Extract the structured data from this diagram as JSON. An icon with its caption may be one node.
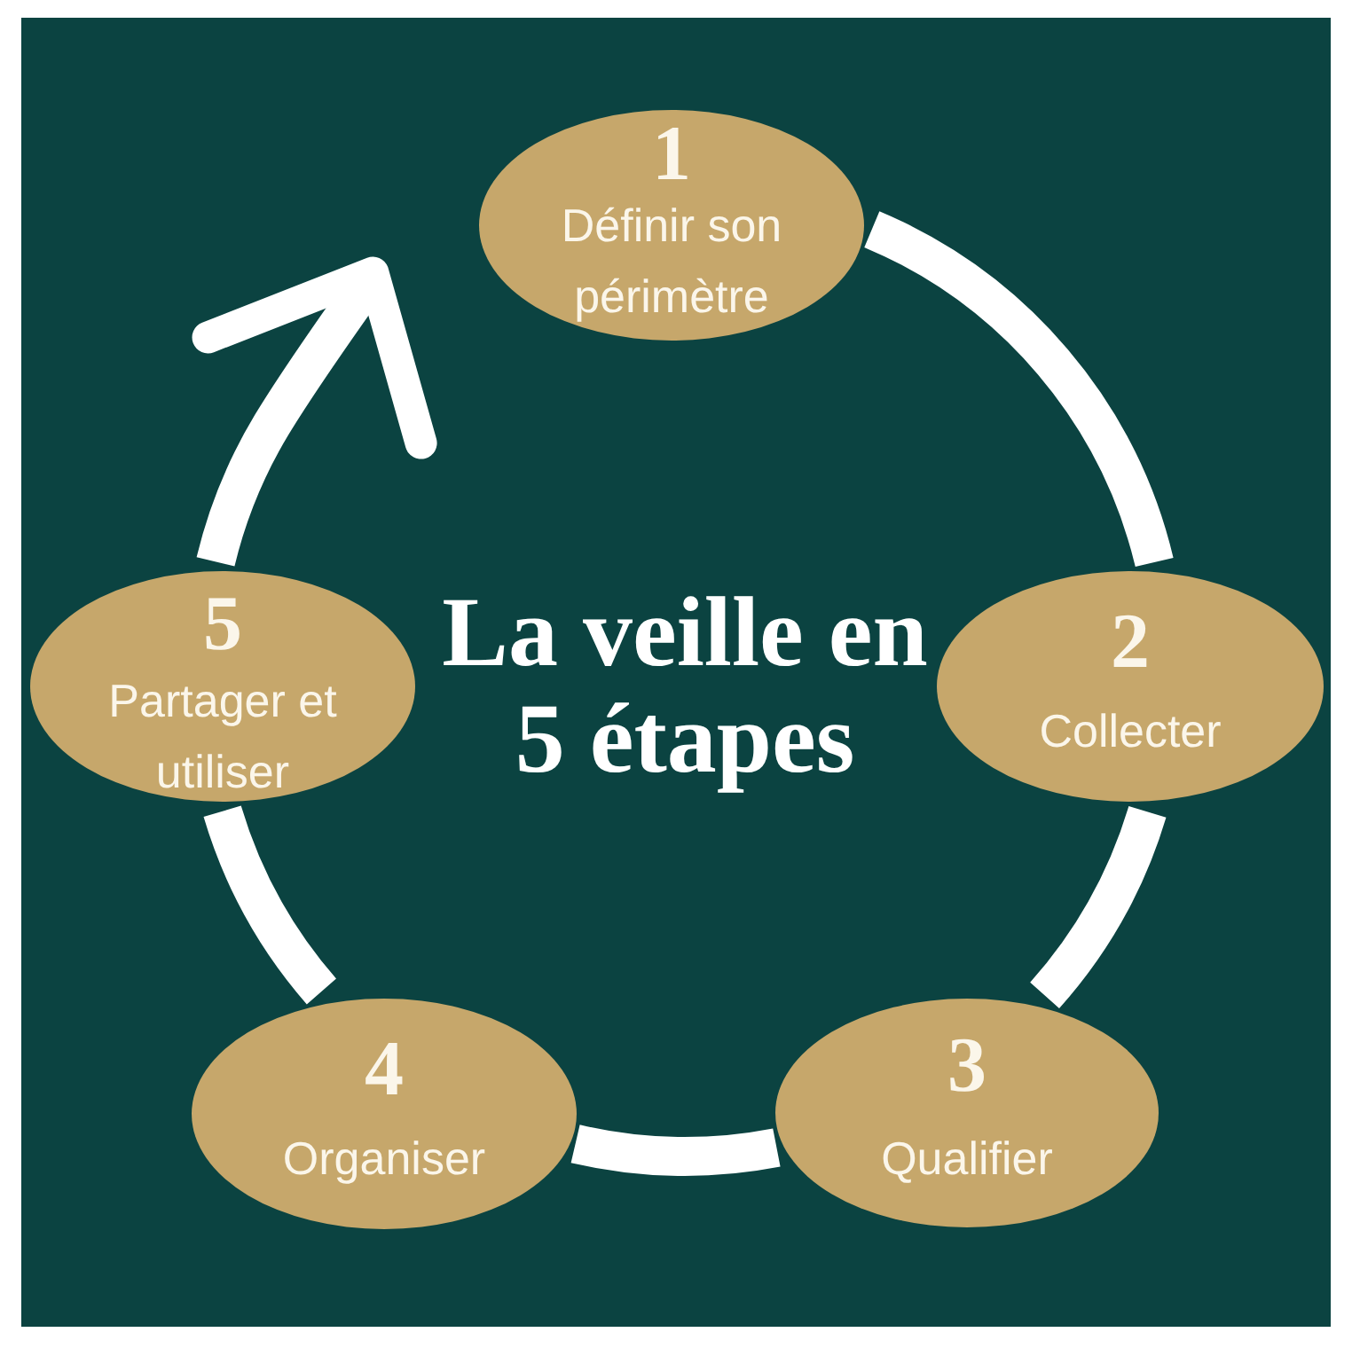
{
  "diagram": {
    "title": "La veille en 5 étapes",
    "nodes": [
      {
        "text": [
          "1",
          "Définir son périmètre"
        ]
      },
      {
        "text": [
          "2",
          "Collecter"
        ]
      },
      {
        "text": [
          "3",
          "Qualifier"
        ]
      },
      {
        "text": [
          "4",
          "Organiser"
        ]
      },
      {
        "text": [
          "5",
          "Partager et utiliser"
        ]
      }
    ],
    "edges": [
      {
        "from": 0,
        "to": 1,
        "arrow": "none"
      },
      {
        "from": 1,
        "to": 2,
        "arrow": "none"
      },
      {
        "from": 2,
        "to": 3,
        "arrow": "none"
      },
      {
        "from": 3,
        "to": 4,
        "arrow": "none"
      },
      {
        "from": 4,
        "to": 0,
        "arrow": "to"
      }
    ]
  }
}
